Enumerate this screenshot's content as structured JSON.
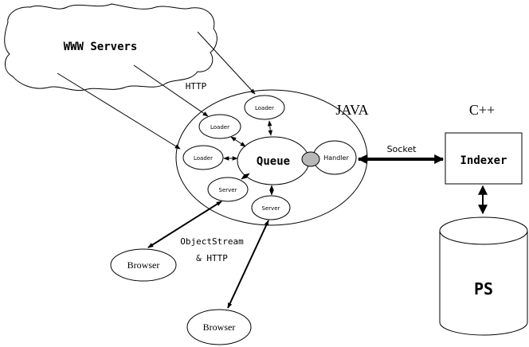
{
  "labels": {
    "www_servers": "WWW Servers",
    "http": "HTTP",
    "java": "JAVA",
    "cpp": "C++",
    "socket": "Socket",
    "object_stream": "ObjectStream",
    "and_http": "& HTTP",
    "indexer": "Indexer",
    "ps": "PS",
    "queue": "Queue",
    "handler": "Handler",
    "loader_top": "Loader",
    "loader_mid": "Loader",
    "loader_left": "Loader",
    "server_left": "Server",
    "server_bottom": "Server",
    "browser_left": "Browser",
    "browser_bottom": "Browser"
  },
  "colors": {
    "stroke": "#000000",
    "handler_fill": "#b8b8b8",
    "background": "#ffffff"
  }
}
